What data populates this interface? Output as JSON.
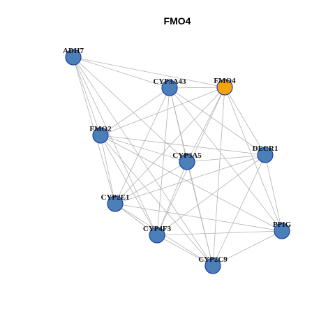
{
  "title": "FMO4",
  "colors": {
    "node_default": "#4a7fb8",
    "node_highlight": "#f5a30a",
    "node_border": "#1f3fa8",
    "edge": "#b3b3b3"
  },
  "nodes": [
    {
      "id": "ADH7",
      "label": "ADH7",
      "highlight": false
    },
    {
      "id": "CYP3A43",
      "label": "CYP3A43",
      "highlight": false
    },
    {
      "id": "FMO4",
      "label": "FMO4",
      "highlight": true
    },
    {
      "id": "FMO2",
      "label": "FMO2",
      "highlight": false
    },
    {
      "id": "DECR1",
      "label": "DECR1",
      "highlight": false
    },
    {
      "id": "CYP3A5",
      "label": "CYP3A5",
      "highlight": false
    },
    {
      "id": "CYP2E1",
      "label": "CYP2E1",
      "highlight": false
    },
    {
      "id": "PPIG",
      "label": "PPIG",
      "highlight": false
    },
    {
      "id": "CYP4F3",
      "label": "CYP4F3",
      "highlight": false
    },
    {
      "id": "CYP2C9",
      "label": "CYP2C9",
      "highlight": false
    }
  ],
  "edges": [
    [
      "ADH7",
      "CYP3A43"
    ],
    [
      "ADH7",
      "FMO4"
    ],
    [
      "ADH7",
      "FMO2"
    ],
    [
      "ADH7",
      "CYP3A5"
    ],
    [
      "ADH7",
      "CYP2E1"
    ],
    [
      "ADH7",
      "CYP4F3"
    ],
    [
      "ADH7",
      "CYP2C9"
    ],
    [
      "CYP3A43",
      "FMO4"
    ],
    [
      "CYP3A43",
      "FMO2"
    ],
    [
      "CYP3A43",
      "CYP3A5"
    ],
    [
      "CYP3A43",
      "DECR1"
    ],
    [
      "CYP3A43",
      "CYP2E1"
    ],
    [
      "CYP3A43",
      "CYP4F3"
    ],
    [
      "CYP3A43",
      "PPIG"
    ],
    [
      "CYP3A43",
      "CYP2C9"
    ],
    [
      "FMO4",
      "FMO2"
    ],
    [
      "FMO4",
      "CYP3A5"
    ],
    [
      "FMO4",
      "DECR1"
    ],
    [
      "FMO4",
      "CYP2E1"
    ],
    [
      "FMO4",
      "CYP4F3"
    ],
    [
      "FMO4",
      "PPIG"
    ],
    [
      "FMO4",
      "CYP2C9"
    ],
    [
      "FMO2",
      "CYP3A5"
    ],
    [
      "FMO2",
      "DECR1"
    ],
    [
      "FMO2",
      "CYP2E1"
    ],
    [
      "FMO2",
      "CYP4F3"
    ],
    [
      "FMO2",
      "PPIG"
    ],
    [
      "FMO2",
      "CYP2C9"
    ],
    [
      "CYP3A5",
      "DECR1"
    ],
    [
      "CYP3A5",
      "CYP2E1"
    ],
    [
      "CYP3A5",
      "CYP4F3"
    ],
    [
      "CYP3A5",
      "CYP2C9"
    ],
    [
      "DECR1",
      "CYP2E1"
    ],
    [
      "DECR1",
      "CYP4F3"
    ],
    [
      "DECR1",
      "PPIG"
    ],
    [
      "DECR1",
      "CYP2C9"
    ],
    [
      "CYP2E1",
      "CYP4F3"
    ],
    [
      "CYP2E1",
      "PPIG"
    ],
    [
      "CYP2E1",
      "CYP2C9"
    ],
    [
      "CYP4F3",
      "PPIG"
    ],
    [
      "CYP4F3",
      "CYP2C9"
    ],
    [
      "PPIG",
      "CYP2C9"
    ]
  ]
}
